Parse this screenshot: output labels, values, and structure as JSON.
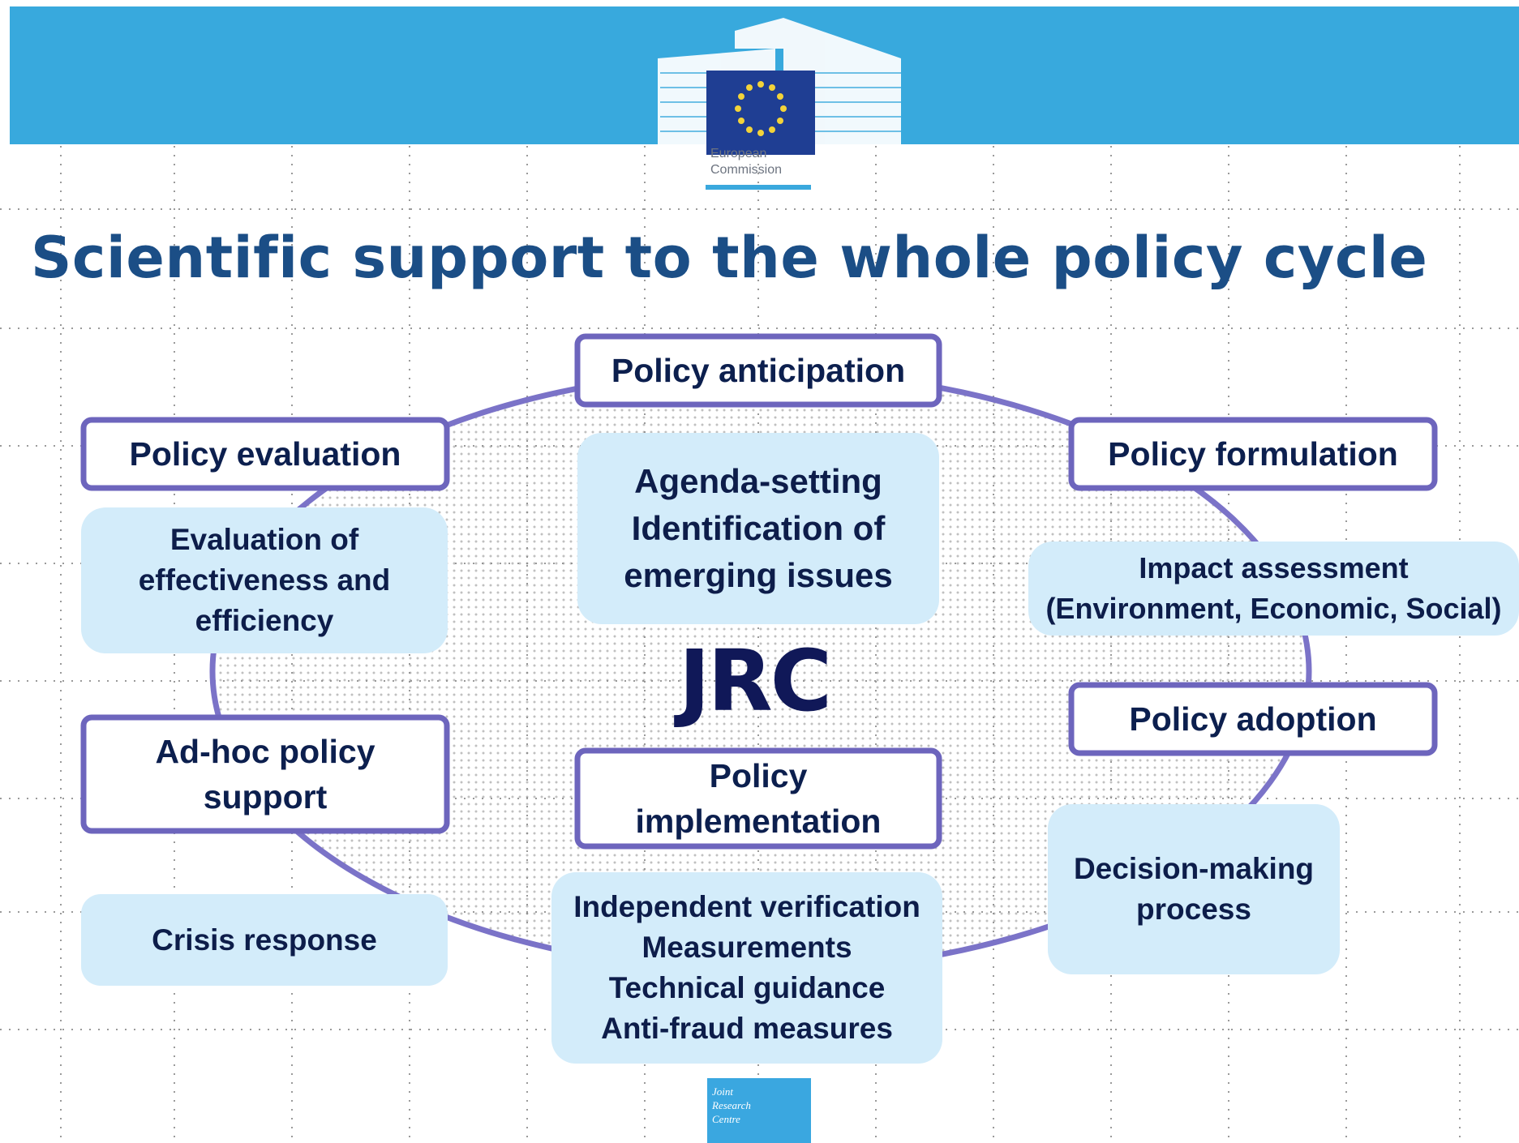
{
  "colors": {
    "banner": "#38a9dd",
    "title": "#1b4e86",
    "cycle_ring": "#7b73c8",
    "stage_box_border": "#6d65bd",
    "description_box": "#d3ecfa",
    "jrc_text": "#101858"
  },
  "header": {
    "logo_line1": "European",
    "logo_line2": "Commission"
  },
  "title": "Scientific support to the whole policy cycle",
  "center_label": "JRC",
  "stages": {
    "anticipation": "Policy anticipation",
    "formulation": "Policy formulation",
    "adoption": "Policy adoption",
    "implementation_line1": "Policy",
    "implementation_line2": "implementation",
    "evaluation": "Policy evaluation",
    "adhoc_line1": "Ad-hoc policy",
    "adhoc_line2": "support"
  },
  "descriptions": {
    "anticipation": [
      "Agenda-setting",
      "Identification of",
      "emerging issues"
    ],
    "formulation": [
      "Impact assessment",
      "(Environment, Economic, Social)"
    ],
    "adoption": [
      "Decision-making",
      "process"
    ],
    "implementation": [
      "Independent verification",
      "Measurements",
      "Technical guidance",
      "Anti-fraud measures"
    ],
    "evaluation": [
      "Evaluation of",
      "effectiveness and",
      "efficiency"
    ],
    "adhoc": [
      "Crisis response"
    ]
  },
  "footer": {
    "logo_line1": "Joint",
    "logo_line2": "Research",
    "logo_line3": "Centre"
  }
}
